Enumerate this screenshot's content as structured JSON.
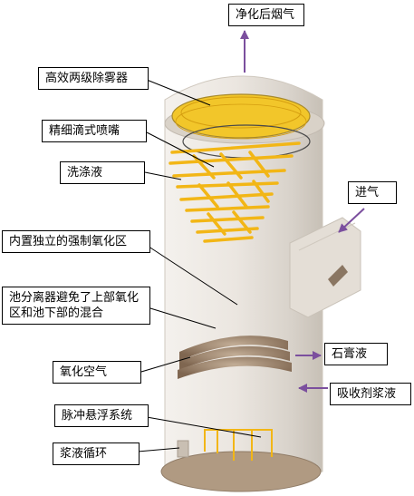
{
  "labels": {
    "clean_gas": "净化后烟气",
    "mist_eliminator": "高效两级除雾器",
    "spray_nozzle": "精细滴式喷嘴",
    "scrubbing_liquid": "洗涤液",
    "gas_inlet": "进气",
    "oxidation_zone": "内置独立的强制氧化区",
    "separator_note": "池分离器避免了上部氧化区和池下部的混合",
    "oxidation_air": "氧化空气",
    "gypsum_slurry": "石膏液",
    "absorbent_slurry": "吸收剂浆液",
    "pulse_suspension": "脉冲悬浮系统",
    "slurry_circulation": "浆液循环"
  },
  "colors": {
    "shell": "#e9e4de",
    "spray": "#f2b616",
    "pipe": "#9a7f66",
    "arrow": "#7b4f9e"
  }
}
